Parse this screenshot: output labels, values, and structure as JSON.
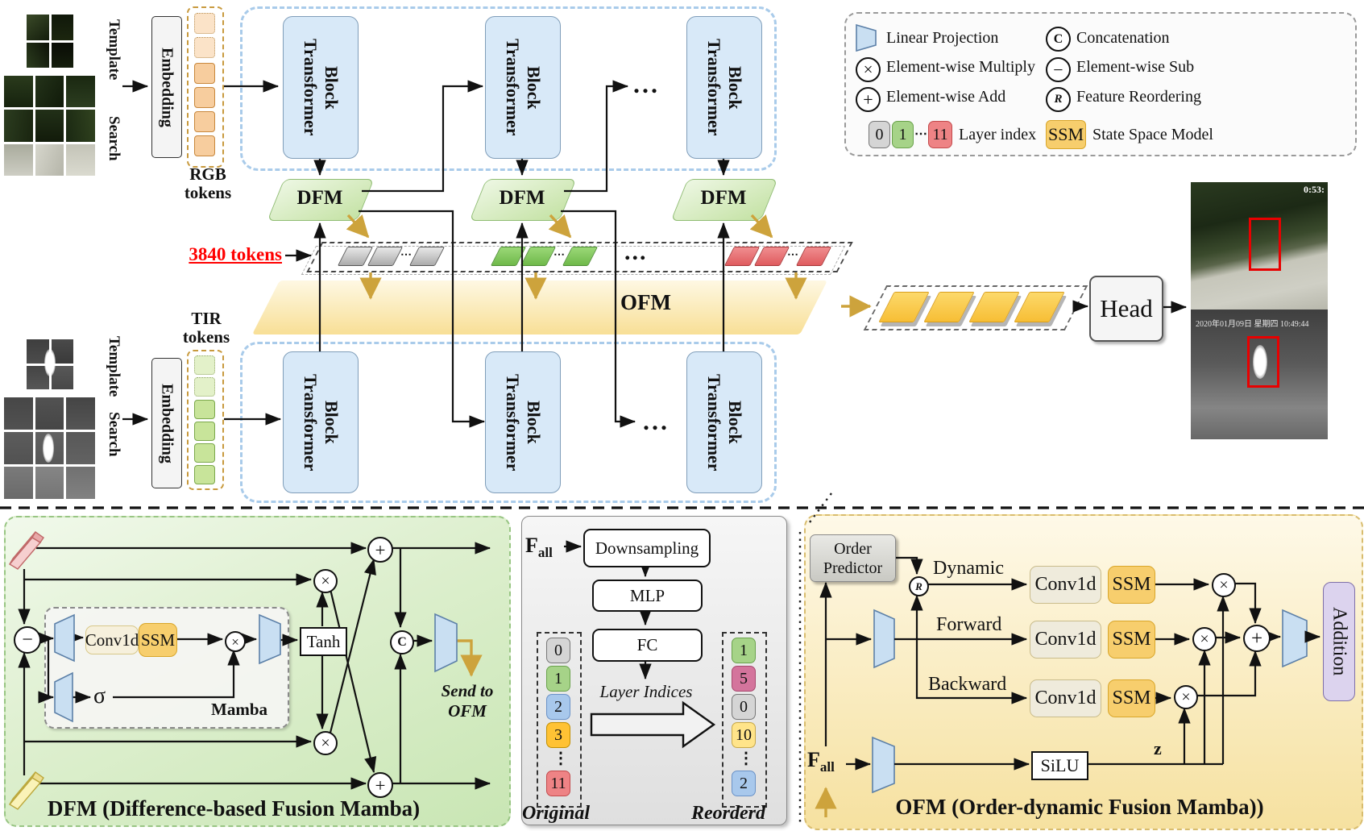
{
  "symbols": {
    "multiply": "×",
    "add": "+",
    "subtract": "−",
    "concat": "C",
    "reorder": "R"
  },
  "top": {
    "template_label": "Template",
    "search_label": "Search",
    "embedding": "Embedding",
    "rgb_tokens_line1": "RGB",
    "rgb_tokens_line2": "tokens",
    "tir_tokens_line1": "TIR",
    "tir_tokens_line2": "tokens",
    "transformer_line1": "Transformer",
    "transformer_line2": "Block",
    "dfm": "DFM",
    "ofm": "OFM",
    "head": "Head",
    "tokens_3840": "3840 tokens",
    "dots": "...",
    "dots_small": "⋯",
    "rgb_out_overlay": "0:53:",
    "tir_out_timestamp": "2020年01月09日 星期四 10:49:44"
  },
  "legend": {
    "linear_projection": "Linear Projection",
    "multiply": "Element-wise Multiply",
    "add": "Element-wise Add",
    "layer_index": "Layer index",
    "concatenation": "Concatenation",
    "sub": "Element-wise Sub",
    "reordering": "Feature Reordering",
    "ssm": "SSM",
    "state_space": "State Space Model",
    "chip0": "0",
    "chip1": "1",
    "chip11": "11",
    "chip_dots": "⋯"
  },
  "dfm_panel": {
    "conv1d": "Conv1d",
    "ssm": "SSM",
    "sigma": "σ",
    "mamba": "Mamba",
    "tanh": "Tanh",
    "send_line1": "Send to",
    "send_line2": "OFM",
    "caption": "DFM (Difference-based Fusion Mamba)"
  },
  "order_panel": {
    "f": "F",
    "f_sub": "all",
    "downsampling": "Downsampling",
    "mlp": "MLP",
    "fc": "FC",
    "layer_indices": "Layer Indices",
    "original_label": "Original",
    "reordered_label": "Reorderd",
    "original": [
      "0",
      "1",
      "2",
      "3",
      "⋮",
      "11"
    ],
    "reordered": [
      "1",
      "5",
      "0",
      "10",
      "⋮",
      "2"
    ]
  },
  "ofm_panel": {
    "order_line1": "Order",
    "order_line2": "Predictor",
    "dynamic": "Dynamic",
    "forward": "Forward",
    "backward": "Backward",
    "conv1d": "Conv1d",
    "ssm": "SSM",
    "silu": "SiLU",
    "z": "z",
    "addition": "Addition",
    "f": "F",
    "f_sub": "all",
    "caption": "OFM (Order-dynamic Fusion Mamba))"
  },
  "colors": {
    "accent_gold": "#D2A73E",
    "accent_red": "#FF0000",
    "tb_blue": "#D8E9F8",
    "dfm_green": "#CDE6AF",
    "ofm_yellow": "#F8E19E",
    "token_orange": "#F7CD9E",
    "token_green": "#9ACD6E",
    "token_gray": "#C9C9C9",
    "token_red": "#E76D6F",
    "token_yellow": "#FBCE55",
    "ssm_orange": "#F7CE6D",
    "projection_blue": "#C9DFF2"
  }
}
